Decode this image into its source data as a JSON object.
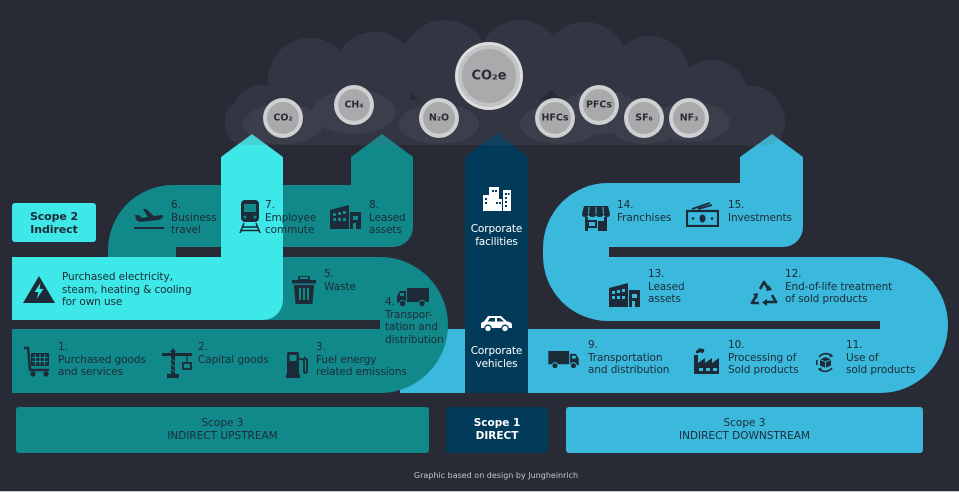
{
  "colors": {
    "background": "#282a36",
    "scope2_cyan": "#3ee8e8",
    "upstream_teal": "#11898a",
    "scope1_navy": "#023a5a",
    "downstream_blue": "#3bb9dc",
    "bubble": "#a7a9ab",
    "dark_text": "#1d2a37"
  },
  "cloud": {
    "total": "CO₂e",
    "gases": [
      {
        "label": "CO₂"
      },
      {
        "label": "CH₄"
      },
      {
        "label": "N₂O"
      },
      {
        "label": "HFCs"
      },
      {
        "label": "PFCs"
      },
      {
        "label": "SF₆"
      },
      {
        "label": "NF₃"
      }
    ]
  },
  "scope2": {
    "badge": {
      "line1": "Scope 2",
      "line2": "Indirect"
    },
    "item": {
      "icon": "electricity-warning-icon",
      "lines": [
        "Purchased electricity,",
        "steam, heating & cooling",
        "for own use"
      ]
    }
  },
  "upstream": {
    "label": {
      "line1": "Scope 3",
      "line2": "INDIRECT UPSTREAM"
    },
    "items": [
      {
        "number": "1.",
        "lines": [
          "Purchased goods",
          "and services"
        ],
        "icon": "shopping-cart-icon"
      },
      {
        "number": "2.",
        "lines": [
          "Capital goods"
        ],
        "icon": "crane-icon"
      },
      {
        "number": "3.",
        "lines": [
          "Fuel energy",
          "related emissions"
        ],
        "icon": "fuel-pump-icon"
      },
      {
        "number": "4.",
        "lines": [
          "Transpor-",
          "tation and",
          "distribution"
        ],
        "icon": "truck-icon"
      },
      {
        "number": "5.",
        "lines": [
          "Waste"
        ],
        "icon": "trash-icon"
      },
      {
        "number": "6.",
        "lines": [
          "Business",
          "travel"
        ],
        "icon": "airplane-icon"
      },
      {
        "number": "7.",
        "lines": [
          "Employee",
          "commute"
        ],
        "icon": "train-icon"
      },
      {
        "number": "8.",
        "lines": [
          "Leased",
          "assets"
        ],
        "icon": "building-icon"
      }
    ]
  },
  "scope1": {
    "label": {
      "line1": "Scope 1",
      "line2": "DIRECT"
    },
    "items": [
      {
        "lines": [
          "Corporate",
          "facilities"
        ],
        "icon": "office-buildings-icon"
      },
      {
        "lines": [
          "Corporate",
          "vehicles"
        ],
        "icon": "car-icon"
      }
    ]
  },
  "downstream": {
    "label": {
      "line1": "Scope 3",
      "line2": "INDIRECT DOWNSTREAM"
    },
    "items": [
      {
        "number": "9.",
        "lines": [
          "Transportation",
          "and distribution"
        ],
        "icon": "truck-icon"
      },
      {
        "number": "10.",
        "lines": [
          "Processing of",
          "Sold products"
        ],
        "icon": "factory-icon"
      },
      {
        "number": "11.",
        "lines": [
          "Use of",
          "sold products"
        ],
        "icon": "product-use-cycle-icon"
      },
      {
        "number": "12.",
        "lines": [
          "End-of-life treatment",
          "of sold products"
        ],
        "icon": "recycle-icon"
      },
      {
        "number": "13.",
        "lines": [
          "Leased",
          "assets"
        ],
        "icon": "building-icon"
      },
      {
        "number": "14.",
        "lines": [
          "Franchises"
        ],
        "icon": "shop-icon"
      },
      {
        "number": "15.",
        "lines": [
          "Investments"
        ],
        "icon": "money-icon"
      }
    ]
  },
  "footer": "Graphic based on design by Jungheinrich"
}
